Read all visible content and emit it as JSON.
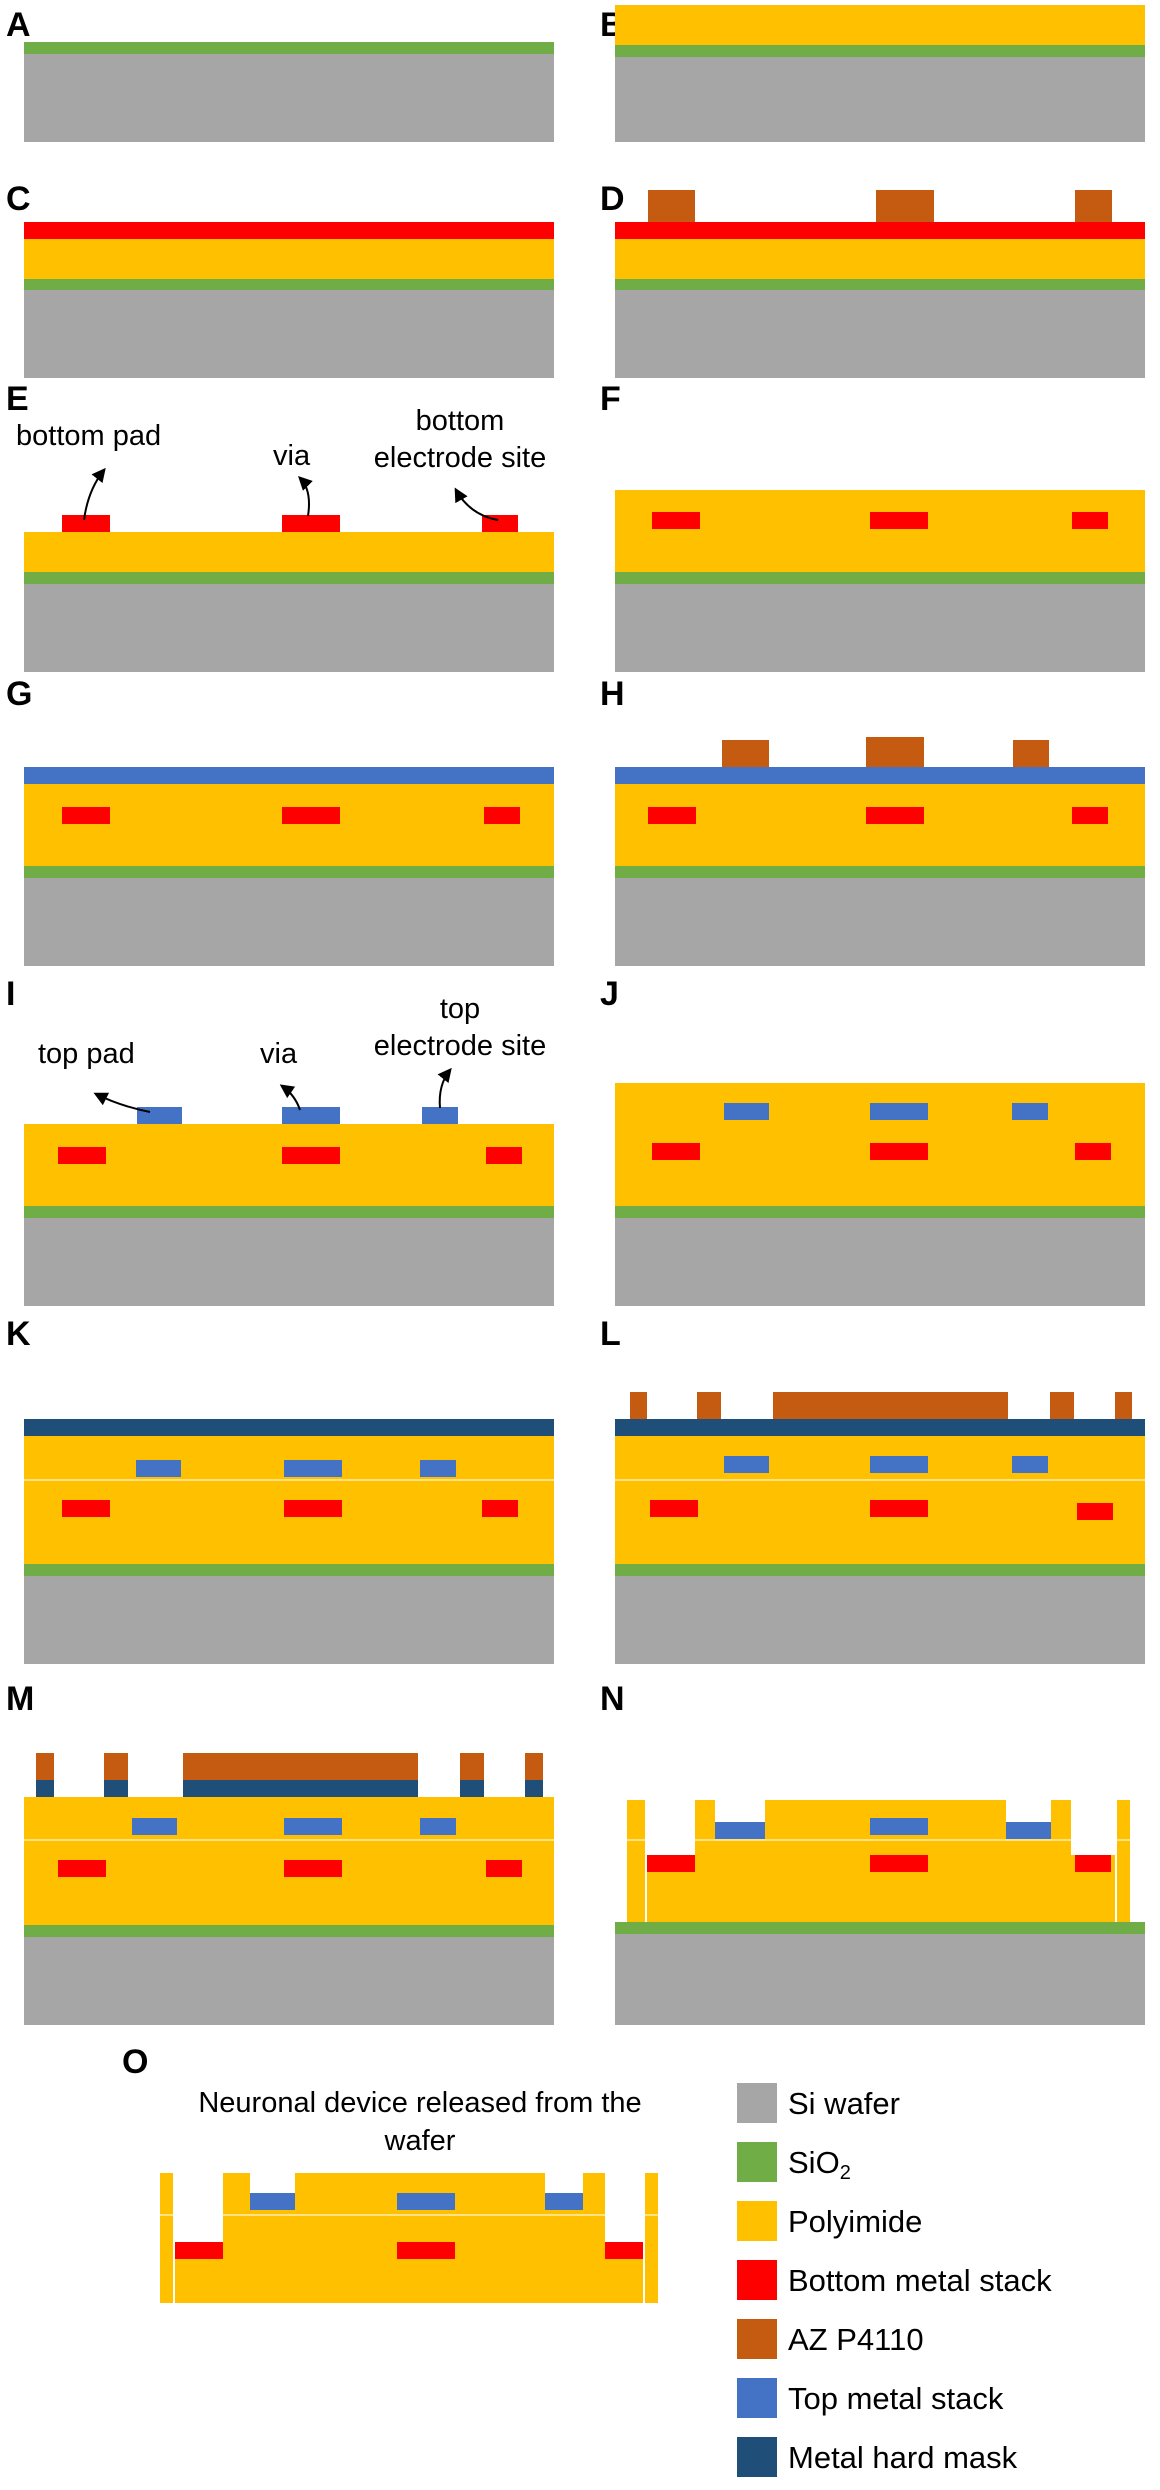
{
  "panels": {
    "A": "A",
    "B": "B",
    "C": "C",
    "D": "D",
    "E": "E",
    "F": "F",
    "G": "G",
    "H": "H",
    "I": "I",
    "J": "J",
    "K": "K",
    "L": "L",
    "M": "M",
    "N": "N",
    "O": "O"
  },
  "annotations": {
    "bottom_pad": "bottom pad",
    "via_e": "via",
    "bottom_site_1": "bottom",
    "bottom_site_2": "electrode site",
    "top_pad": "top pad",
    "via_i": "via",
    "top_site_1": "top",
    "top_site_2": "electrode site",
    "released_1": "Neuronal device released from the",
    "released_2": "wafer"
  },
  "legend": [
    {
      "label": "Si wafer",
      "sub": "",
      "color": "#a6a6a6"
    },
    {
      "label": "SiO",
      "sub": "2",
      "color": "#70ad47"
    },
    {
      "label": "Polyimide",
      "sub": "",
      "color": "#ffc000"
    },
    {
      "label": "Bottom metal stack",
      "sub": "",
      "color": "#ff0000"
    },
    {
      "label": "AZ P4110",
      "sub": "",
      "color": "#c55a11"
    },
    {
      "label": "Top metal stack",
      "sub": "",
      "color": "#4472c4"
    },
    {
      "label": "Metal hard mask",
      "sub": "",
      "color": "#1f4e79"
    }
  ],
  "colors": {
    "si": "#a6a6a6",
    "sio2": "#70ad47",
    "polyimide": "#ffc000",
    "bottom_metal": "#ff0000",
    "resist": "#c55a11",
    "top_metal": "#4472c4",
    "hard_mask": "#1f4e79"
  }
}
